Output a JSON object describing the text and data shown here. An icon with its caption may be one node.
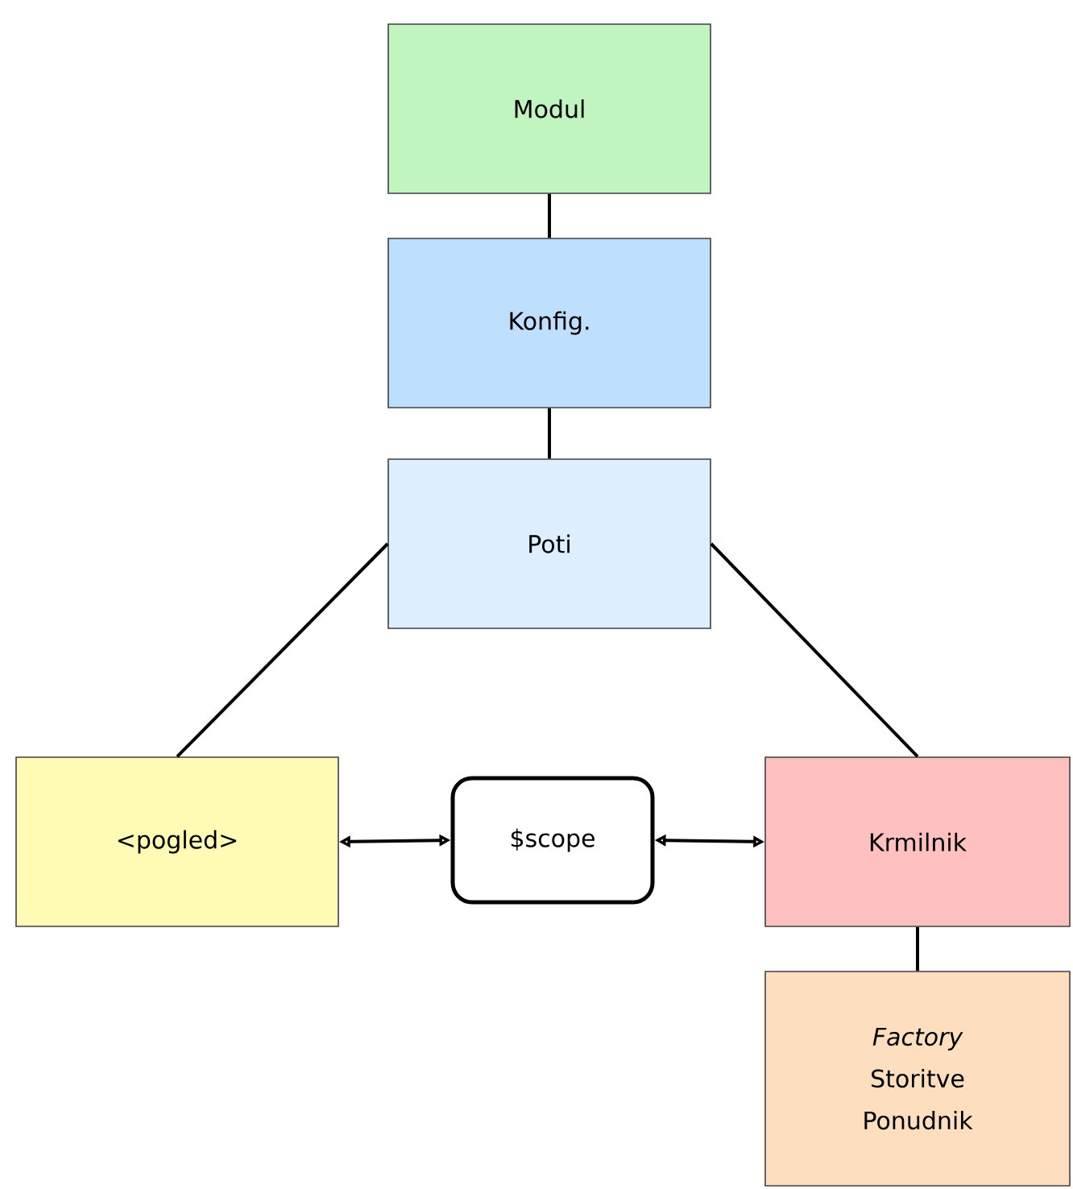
{
  "diagram": {
    "nodes": [
      {
        "text": [
          "Modul"
        ]
      },
      {
        "text": [
          "Konfig."
        ]
      },
      {
        "text": [
          "Poti"
        ]
      },
      {
        "text": [
          "<pogled>"
        ]
      },
      {
        "text": [
          "$scope"
        ]
      },
      {
        "text": [
          "Krmilnik"
        ]
      },
      {
        "text": [
          "*Factory* Storitve Ponudnik"
        ]
      }
    ],
    "edges": [
      {
        "from": 0,
        "to": 1,
        "arrow": "none"
      },
      {
        "from": 1,
        "to": 2,
        "arrow": "none"
      },
      {
        "from": 2,
        "to": 3,
        "arrow": "none"
      },
      {
        "from": 2,
        "to": 5,
        "arrow": "none"
      },
      {
        "from": 3,
        "to": 4,
        "arrow": "both"
      },
      {
        "from": 4,
        "to": 5,
        "arrow": "both"
      },
      {
        "from": 5,
        "to": 6,
        "arrow": "none"
      }
    ]
  }
}
